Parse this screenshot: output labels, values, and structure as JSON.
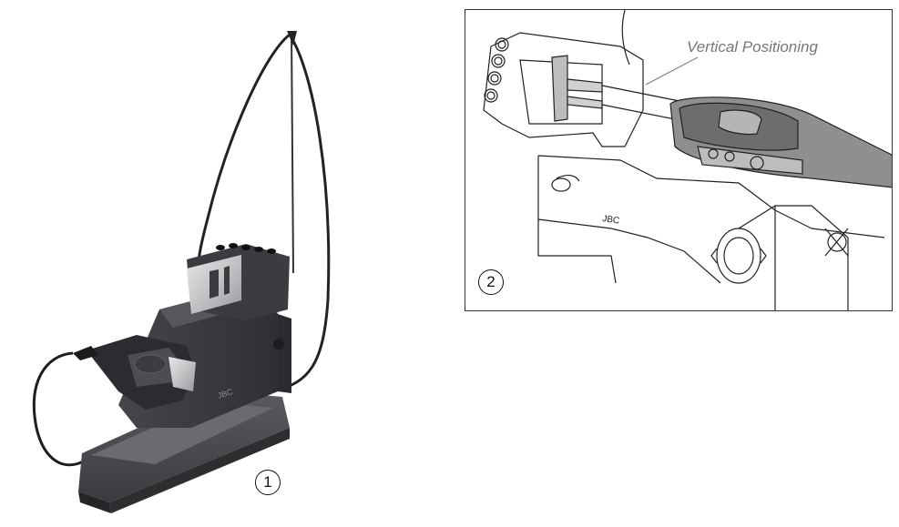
{
  "figure1": {
    "badge": "1"
  },
  "figure2": {
    "badge": "2",
    "callout": "Vertical Positioning"
  }
}
